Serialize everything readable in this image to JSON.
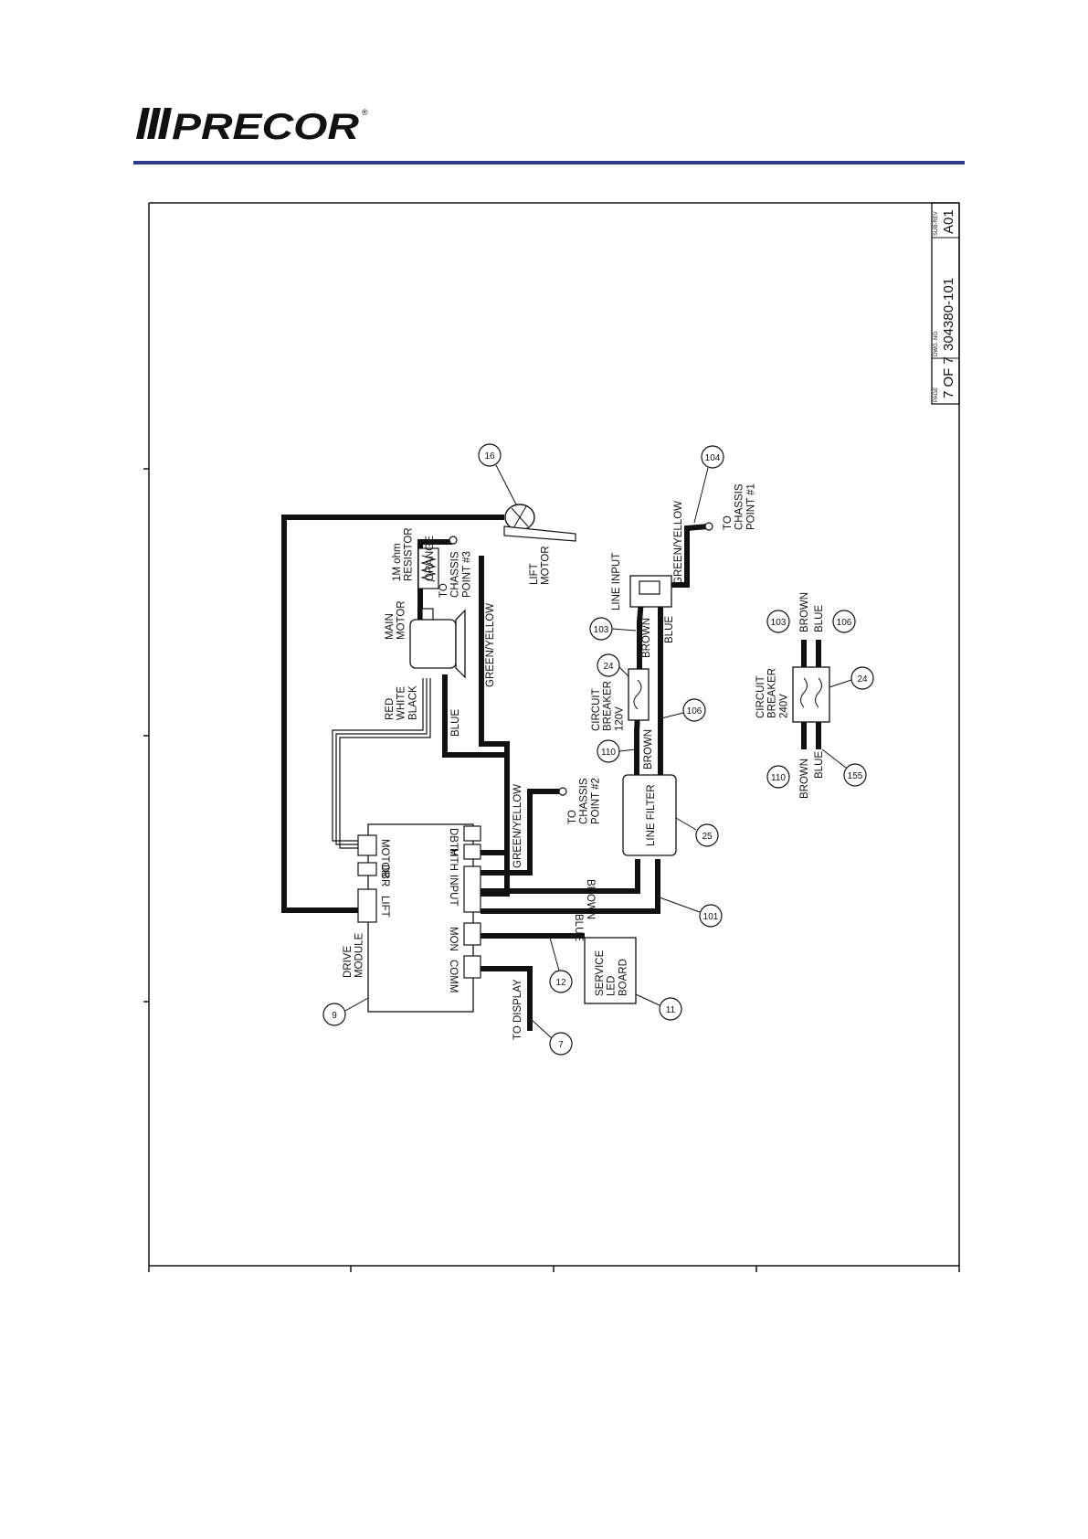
{
  "brand": {
    "name": "PRECOR",
    "reg": "®",
    "rule_color": "#2e3a8c",
    "logo_color": "#111111"
  },
  "title_block": {
    "page_label": "PAGE",
    "page_value": "7 OF 7",
    "dwg_label": "DWG. NO.",
    "dwg_value": "304380-101",
    "subrev_label": "SUB-REV",
    "subrev_value": "A01"
  },
  "drive_module": {
    "name": "DRIVE\nMODULE",
    "item": "9",
    "connectors": {
      "comm": "COMM",
      "mon": "MON",
      "input": "INPUT",
      "mth": "MTH",
      "dbth": "DBTH",
      "lift": "LIFT",
      "dbr": "DBR",
      "motor": "MOTOR"
    }
  },
  "components": {
    "lift_motor": {
      "label": "LIFT\nMOTOR",
      "item": "16"
    },
    "main_motor": {
      "label": "MAIN\nMOTOR"
    },
    "resistor": {
      "label": "1M ohm\nRESISTOR"
    },
    "line_input": {
      "label": "LINE INPUT"
    },
    "line_filter": {
      "label": "LINE FILTER",
      "item": "25"
    },
    "breaker_120": {
      "label": "CIRCUIT\nBREAKER\n120V",
      "item": "24"
    },
    "breaker_240": {
      "label": "CIRCUIT\nBREAKER\n240V",
      "item": "24"
    },
    "service_led": {
      "label": "SERVICE\nLED\nBOARD",
      "item": "11"
    }
  },
  "wire_labels": {
    "green_yellow": "GREEN/YELLOW",
    "blue": "BLUE",
    "brown": "BROWN",
    "orange": "ORANGE",
    "red_white_black": "RED\nWHITE\nBLACK",
    "to_display": "TO DISPLAY",
    "chassis_1": "TO\nCHASSIS\nPOINT #1",
    "chassis_2": "TO\nCHASSIS\nPOINT #2",
    "chassis_3": "TO\nCHASSIS\nPOINT #3"
  },
  "callouts": {
    "w7": "7",
    "w12": "12",
    "w101": "101",
    "w103": "103",
    "w104": "104",
    "w106": "106",
    "w110": "110",
    "w155": "155"
  }
}
